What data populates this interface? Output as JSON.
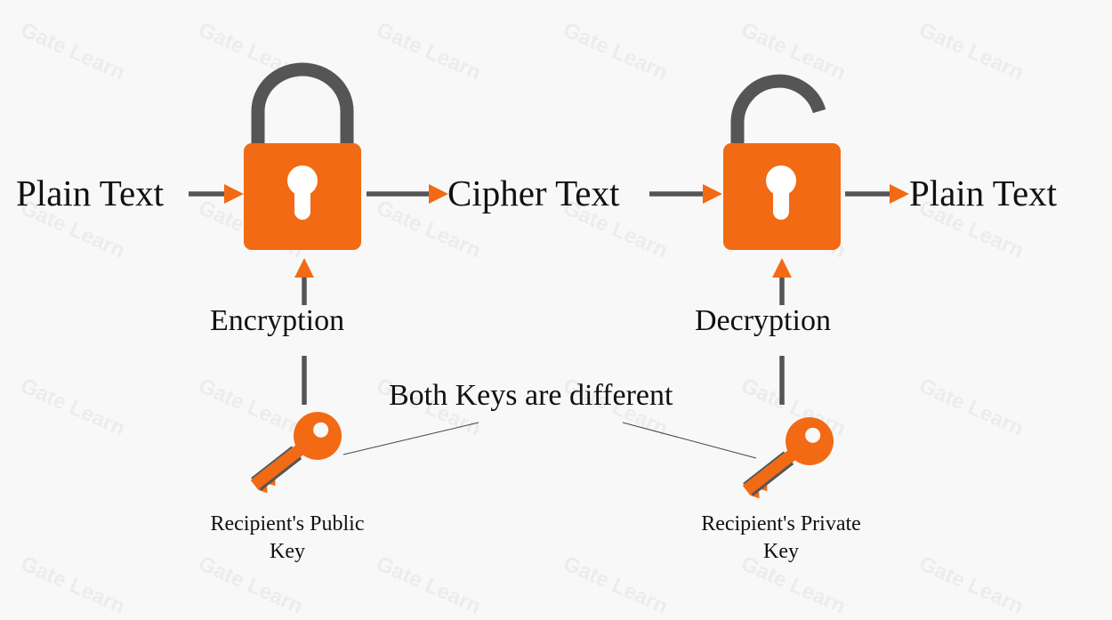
{
  "diagram": {
    "plain_text_left": "Plain Text",
    "cipher_text": "Cipher Text",
    "plain_text_right": "Plain Text",
    "encryption": "Encryption",
    "decryption": "Decryption",
    "both_keys_note": "Both Keys are different",
    "public_key_label_line1": "Recipient's Public",
    "public_key_label_line2": "Key",
    "private_key_label_line1": "Recipient's Private",
    "private_key_label_line2": "Key",
    "watermark_text": "Gate Learn"
  },
  "colors": {
    "accent_orange": "#f26a14",
    "arrow_gray": "#555555",
    "background": "#f8f8f8"
  },
  "icons": {
    "locked": "closed-padlock-icon",
    "unlocked": "open-padlock-icon",
    "public_key": "key-icon",
    "private_key": "key-icon"
  }
}
